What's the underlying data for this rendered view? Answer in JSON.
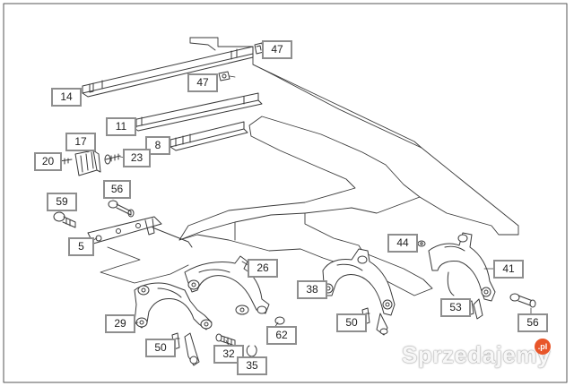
{
  "diagram": {
    "callouts": [
      {
        "id": "c47a",
        "text": "47"
      },
      {
        "id": "c14",
        "text": "14"
      },
      {
        "id": "c47b",
        "text": "47"
      },
      {
        "id": "c11",
        "text": "11"
      },
      {
        "id": "c17",
        "text": "17"
      },
      {
        "id": "c8",
        "text": "8"
      },
      {
        "id": "c20",
        "text": "20"
      },
      {
        "id": "c23",
        "text": "23"
      },
      {
        "id": "c56a",
        "text": "56"
      },
      {
        "id": "c59",
        "text": "59"
      },
      {
        "id": "c5",
        "text": "5"
      },
      {
        "id": "c26",
        "text": "26"
      },
      {
        "id": "c44",
        "text": "44"
      },
      {
        "id": "c41",
        "text": "41"
      },
      {
        "id": "c38",
        "text": "38"
      },
      {
        "id": "c53",
        "text": "53"
      },
      {
        "id": "c50a",
        "text": "50"
      },
      {
        "id": "c56b",
        "text": "56"
      },
      {
        "id": "c29",
        "text": "29"
      },
      {
        "id": "c62",
        "text": "62"
      },
      {
        "id": "c50b",
        "text": "50"
      },
      {
        "id": "c32",
        "text": "32"
      },
      {
        "id": "c35",
        "text": "35"
      }
    ]
  },
  "watermark": {
    "text": "Sprzedajemy",
    "badge": ".pl",
    "badge_color": "#e8562a"
  },
  "colors": {
    "line": "#3a3a3a",
    "label_border": "#8e8e8e",
    "background": "#ffffff"
  }
}
